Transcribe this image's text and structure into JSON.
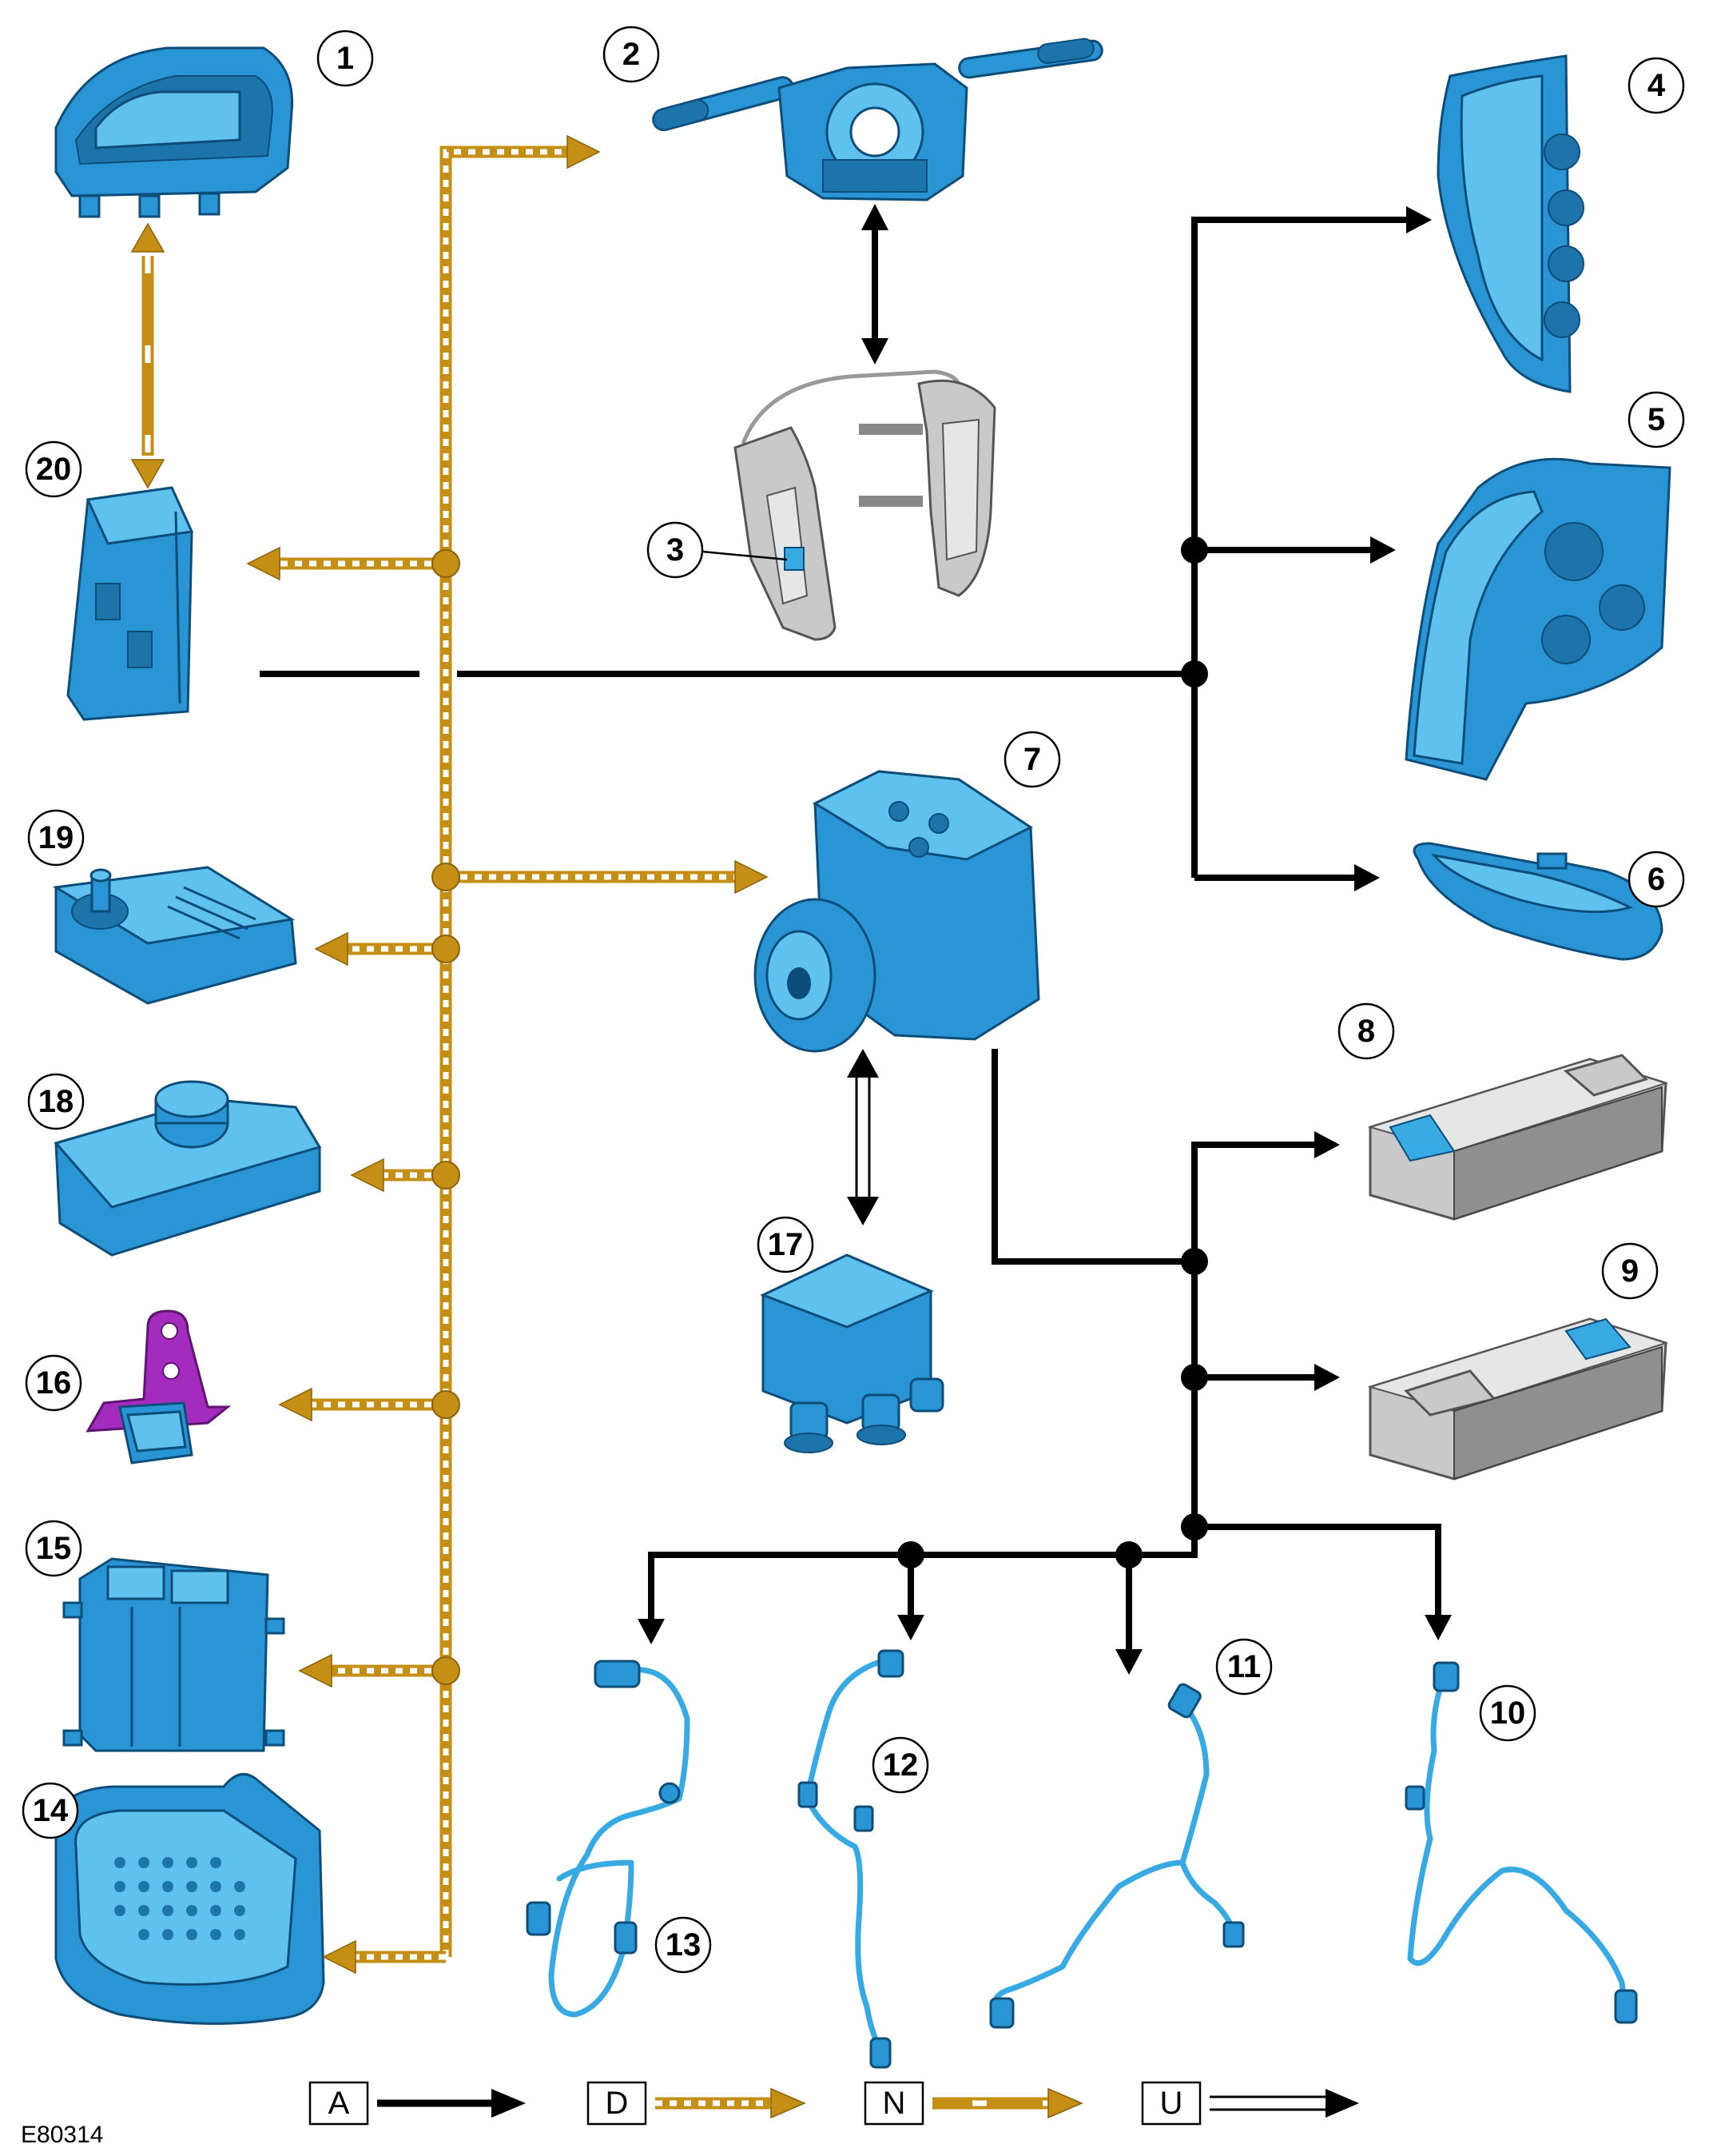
{
  "figure_id": "E80314",
  "callouts": {
    "c1": "1",
    "c2": "2",
    "c3": "3",
    "c4": "4",
    "c5": "5",
    "c6": "6",
    "c7": "7",
    "c8": "8",
    "c9": "9",
    "c10": "10",
    "c11": "11",
    "c12": "12",
    "c13": "13",
    "c14": "14",
    "c15": "15",
    "c16": "16",
    "c17": "17",
    "c18": "18",
    "c19": "19",
    "c20": "20"
  },
  "legend": {
    "a": "A",
    "d": "D",
    "n": "N",
    "u": "U"
  },
  "colors": {
    "component_blue": "#2a95d4",
    "component_highlight": "#5fc2ee",
    "bus_a": "#000000",
    "bus_d": "#c58f16",
    "bracket_purple": "#a32cbf",
    "switch_grey": "#c9c9c9"
  }
}
